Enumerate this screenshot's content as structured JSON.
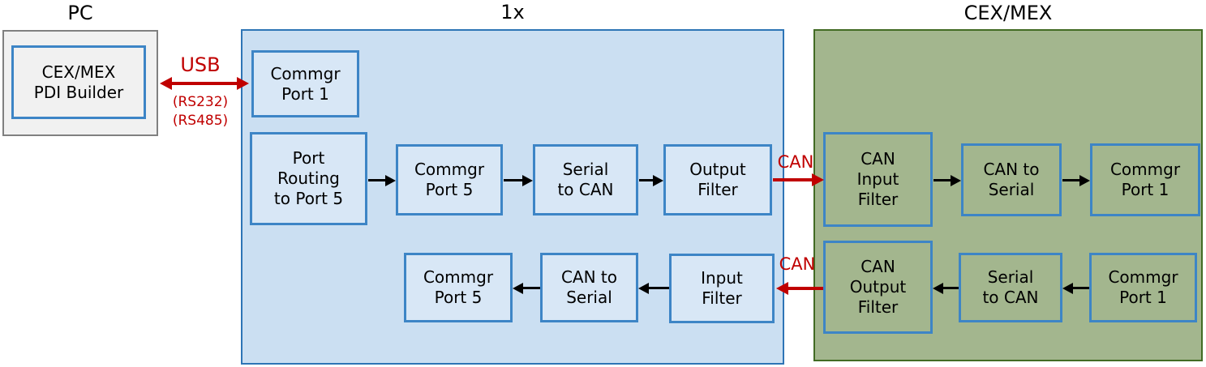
{
  "titles": {
    "pc": "PC",
    "autopilot": "1x",
    "cex": "CEX/MEX"
  },
  "pc": {
    "builder_label": "CEX/MEX\nPDI Builder"
  },
  "links": {
    "usb_label": "USB",
    "usb_alt1": "(RS232)",
    "usb_alt2": "(RS485)",
    "can_top_label": "CAN",
    "can_bottom_label": "CAN"
  },
  "autopilot_nodes": [
    {
      "label": "Commgr\nPort 1"
    },
    {
      "label": "Port\nRouting\nto Port 5"
    },
    {
      "label": "Commgr\nPort 5"
    },
    {
      "label": "Serial\nto CAN"
    },
    {
      "label": "Output\nFilter"
    },
    {
      "label": "Commgr\nPort 5"
    },
    {
      "label": "CAN to\nSerial"
    },
    {
      "label": "Input\nFilter"
    }
  ],
  "cex_nodes": [
    {
      "label": "CAN\nInput\nFilter"
    },
    {
      "label": "CAN to\nSerial"
    },
    {
      "label": "Commgr\nPort 1"
    },
    {
      "label": "CAN\nOutput\nFilter"
    },
    {
      "label": "Serial\nto CAN"
    },
    {
      "label": "Commgr\nPort 1"
    }
  ],
  "colors": {
    "blue_container_fill": "#cbdff2",
    "blue_container_border": "#2e75b6",
    "node_border_blue": "#3d85c6",
    "blue_node_fill": "#d8e7f6",
    "green_container_fill": "#a3b68e",
    "green_container_border": "#426b24",
    "gray_fill": "#f1f1f1",
    "gray_border": "#808080",
    "red_accent": "#c00000",
    "arrow_black": "#000000"
  }
}
